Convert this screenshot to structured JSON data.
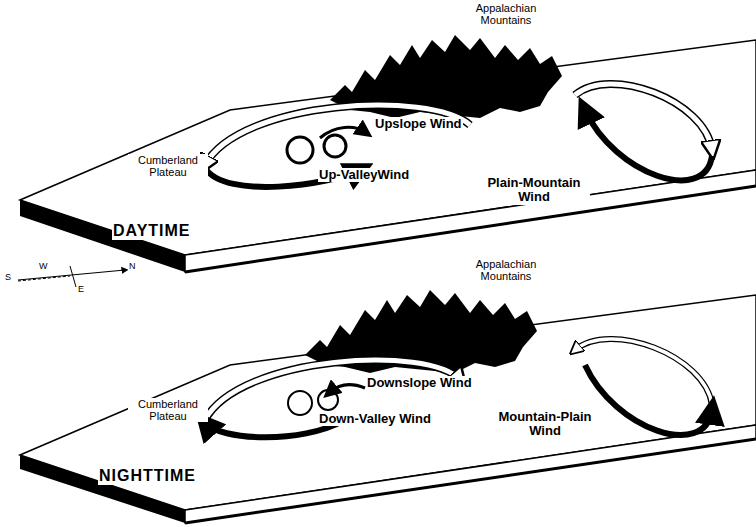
{
  "diagram": {
    "labels": [
      "Appalachian Mountains",
      "Cumberland Plateau",
      "Upslope Wind",
      "Up-ValleyWind",
      "Plain-Mountain Wind",
      "DAYTIME",
      "S",
      "W",
      "E",
      "N",
      "Appalachian Mountains",
      "Cumberland Plateau",
      "Downslope Wind",
      "Down-Valley Wind",
      "Mountain-Plain Wind",
      "NIGHTTIME"
    ]
  }
}
